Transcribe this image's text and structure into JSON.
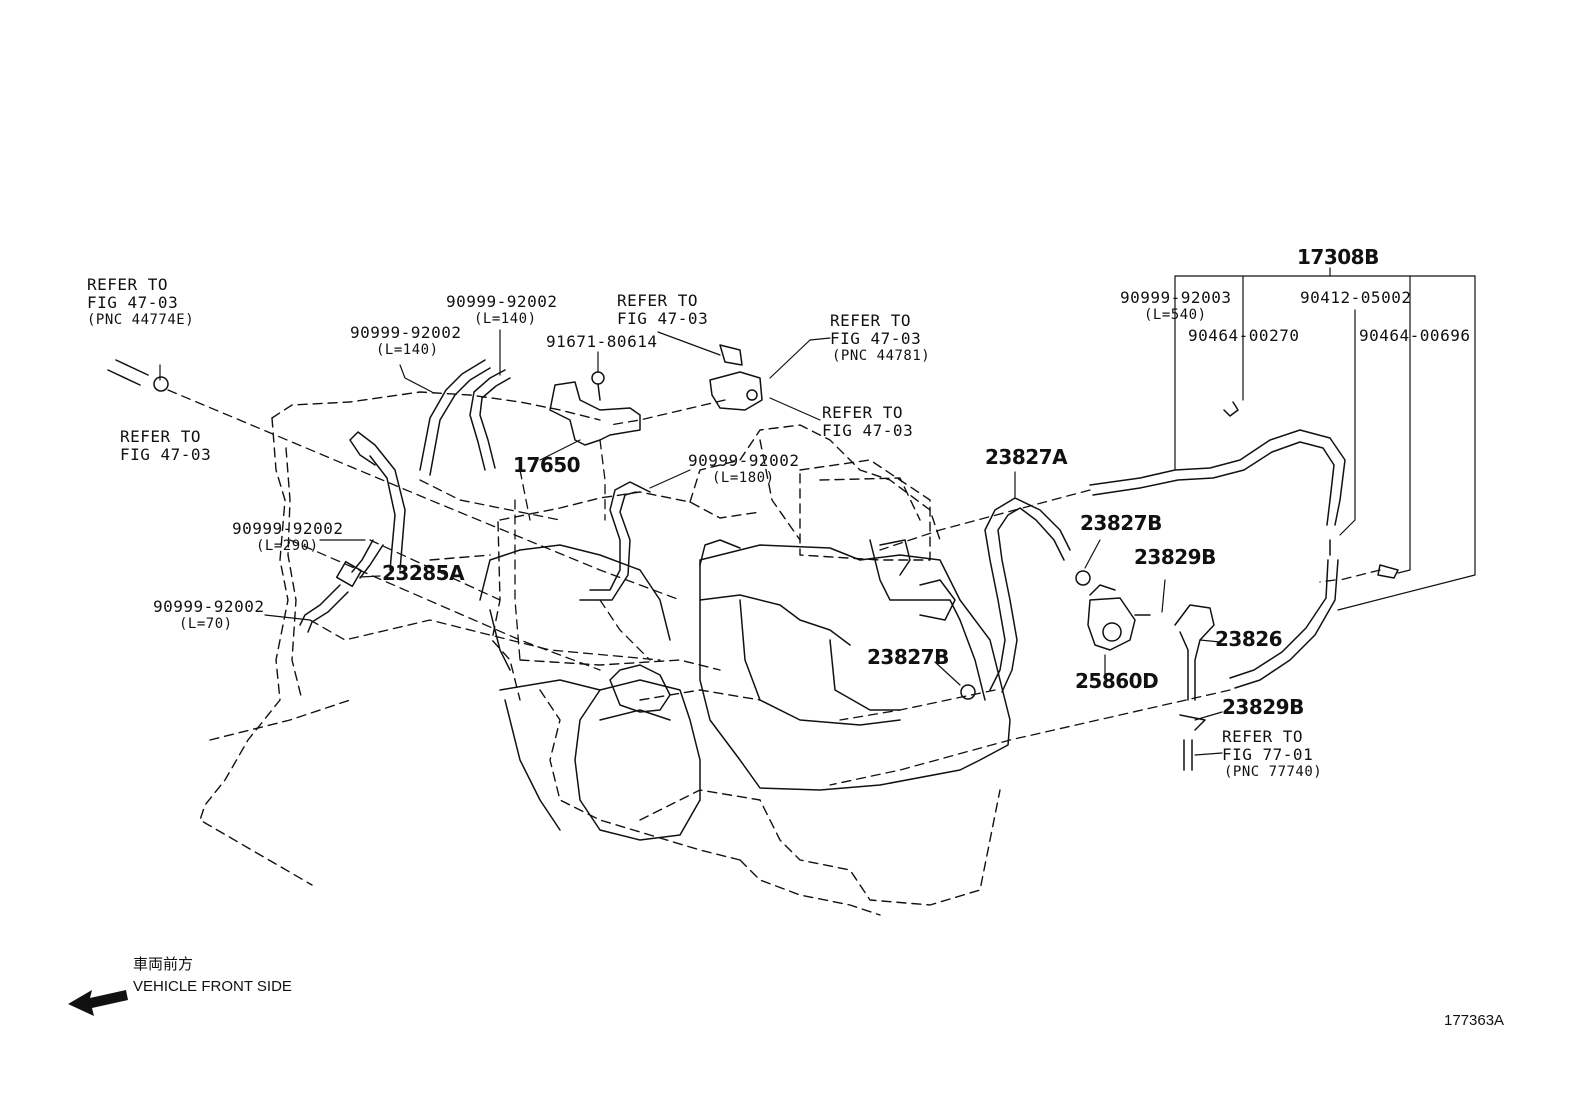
{
  "figure_id": "177363A",
  "direction": {
    "jp": "車両前方",
    "en": "VEHICLE FRONT SIDE"
  },
  "labels": {
    "refer_l1": "REFER TO",
    "refer_l2": "FIG 47-03",
    "refer_l3": "(PNC 44774E)",
    "refer_l4": "REFER TO",
    "refer_l5": "FIG 47-03",
    "p_hose_a": "90999-92002",
    "p_hose_a_len": "(L=140)",
    "p_hose_b": "90999-92002",
    "p_hose_b_len": "(L=140)",
    "p_bolt": "91671-80614",
    "refer_m1": "REFER TO",
    "refer_m2": "FIG 47-03",
    "refer_r1": "REFER TO",
    "refer_r2": "FIG 47-03",
    "refer_r3": "(PNC 44781)",
    "refer_r4": "REFER TO",
    "refer_r5": "FIG 47-03",
    "p_17650": "17650",
    "p_hose_c": "90999-92002",
    "p_hose_c_len": "(L=180)",
    "p_hose_d": "90999-92002",
    "p_hose_d_len": "(L=290)",
    "p_23285A": "23285A",
    "p_hose_e": "90999-92002",
    "p_hose_e_len": "(L=70)",
    "p_17308B": "17308B",
    "p_hose_f": "90999-92003",
    "p_hose_f_len": "(L=540)",
    "p_90412": "90412-05002",
    "p_90464a": "90464-00270",
    "p_90464b": "90464-00696",
    "p_23827A": "23827A",
    "p_23827B_1": "23827B",
    "p_23829B_1": "23829B",
    "p_23826": "23826",
    "p_23827B_2": "23827B",
    "p_25860D": "25860D",
    "p_23829B_2": "23829B",
    "refer_b1": "REFER TO",
    "refer_b2": "FIG 77-01",
    "refer_b3": "(PNC 77740)"
  }
}
